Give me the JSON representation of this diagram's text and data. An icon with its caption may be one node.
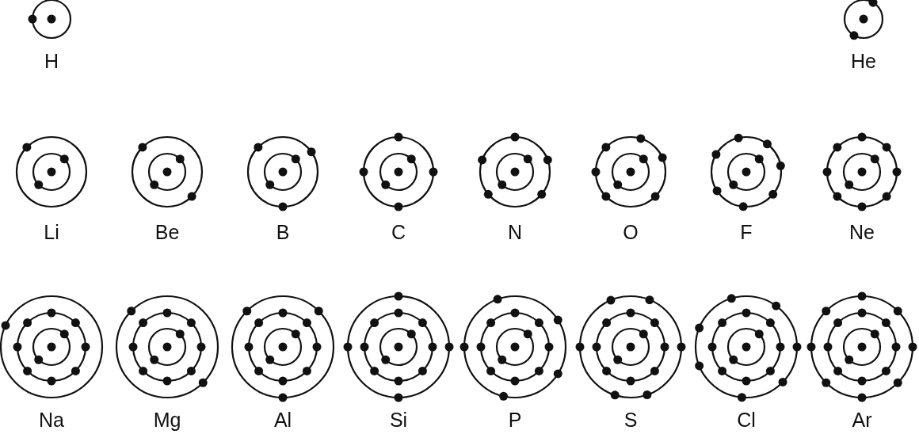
{
  "diagram": {
    "labels": [
      "H",
      "He",
      "Li",
      "Be",
      "B",
      "C",
      "N",
      "O",
      "F",
      "Ne",
      "Na",
      "Mg",
      "Al",
      "Si",
      "P",
      "S",
      "Cl",
      "Ar"
    ]
  }
}
